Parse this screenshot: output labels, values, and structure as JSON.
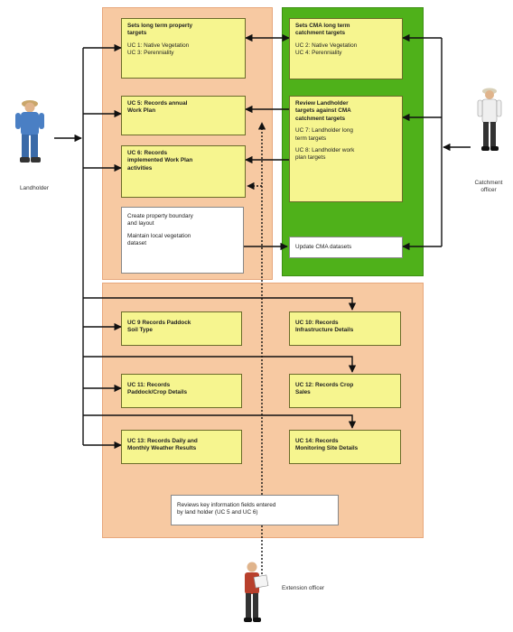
{
  "actors": {
    "landholder": "Landholder",
    "catchment_officer_line1": "Catchment",
    "catchment_officer_line2": "officer",
    "extension_officer": "Extension officer"
  },
  "boxes": {
    "b1": {
      "title_lines": [
        "Sets long term property",
        "targets"
      ],
      "lines": [
        "UC 1:  Native Vegetation",
        "UC 3:  Perenniality"
      ]
    },
    "b2": {
      "title_lines": [
        "UC 5:  Records annual",
        "Work Plan"
      ]
    },
    "b3": {
      "title_lines": [
        "UC 6:  Records",
        "implemented Work Plan",
        "activities"
      ]
    },
    "b4": {
      "lines": [
        "Create property boundary",
        "and layout",
        "Maintain local vegetation",
        "dataset"
      ]
    },
    "g1": {
      "title_lines": [
        "Sets CMA long term",
        "catchment targets"
      ],
      "lines": [
        "UC 2:  Native Vegetation",
        "UC 4:  Perenniality"
      ]
    },
    "g2": {
      "title_lines": [
        "Review Landholder",
        "targets against CMA",
        "catchment targets"
      ],
      "lines": [
        "UC 7:  Landholder long",
        "term targets",
        "UC 8:  Landholder work",
        "plan targets"
      ]
    },
    "g3": {
      "lines": [
        "Update CMA datasets"
      ]
    },
    "c9": {
      "title_lines": [
        "UC 9   Records Paddock",
        "Soil Type"
      ]
    },
    "c10": {
      "title_lines": [
        "UC 10:   Records",
        "Infrastructure Details"
      ]
    },
    "c11": {
      "title_lines": [
        "UC 11:   Records",
        "Paddock/Crop Details"
      ]
    },
    "c12": {
      "title_lines": [
        "UC 12:   Records Crop",
        "Sales"
      ]
    },
    "c13": {
      "title_lines": [
        "UC 13:  Records Daily and",
        "Monthly Weather Results"
      ]
    },
    "c14": {
      "title_lines": [
        "UC 14:   Records",
        "Monitoring Site Details"
      ]
    },
    "ext": {
      "lines": [
        "Reviews key information fields entered",
        "by land holder  (UC 5 and UC 6)"
      ]
    }
  },
  "colors": {
    "peach_panel": "#f7c9a2",
    "green_panel": "#4fb11a",
    "use_case_box": "#f6f58f",
    "plain_box": "#ffffff",
    "connector": "#111111"
  },
  "icons": {
    "landholder": "person-icon",
    "catchment_officer": "person-icon",
    "extension_officer": "person-reading-icon"
  }
}
